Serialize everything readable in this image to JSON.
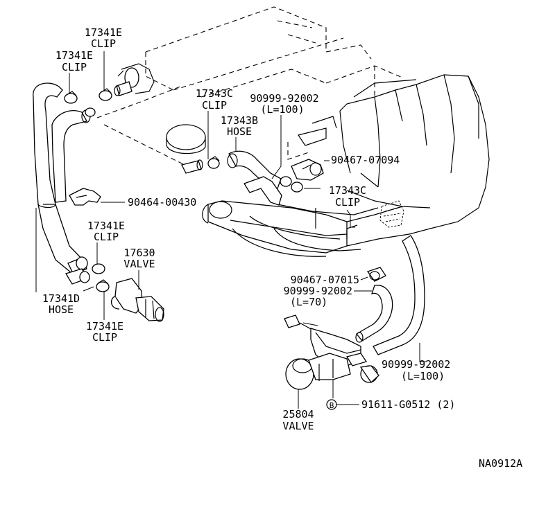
{
  "labels": {
    "clip_17341e_top": {
      "part": "17341E",
      "name": "CLIP"
    },
    "clip_17341e_left": {
      "part": "17341E",
      "name": "CLIP"
    },
    "clip_17343c_top": {
      "part": "17343C",
      "name": "CLIP"
    },
    "hose_17343b": {
      "part": "17343B",
      "name": "HOSE"
    },
    "hose_90999_top": {
      "part": "90999-92002",
      "spec": "(L=100)"
    },
    "part_90467_07094": {
      "part": "90467-07094"
    },
    "clip_17343c_right": {
      "part": "17343C",
      "name": "CLIP"
    },
    "part_90464_00430": {
      "part": "90464-00430"
    },
    "clip_17341e_mid": {
      "part": "17341E",
      "name": "CLIP"
    },
    "valve_17630": {
      "part": "17630",
      "name": "VALVE"
    },
    "hose_17341d": {
      "part": "17341D",
      "name": "HOSE"
    },
    "clip_17341e_bottom": {
      "part": "17341E",
      "name": "CLIP"
    },
    "part_90467_07015": {
      "part": "90467-07015"
    },
    "hose_90999_mid": {
      "part": "90999-92002",
      "spec": "(L=70)"
    },
    "hose_90999_bottom": {
      "part": "90999-92002",
      "spec": "(L=100)"
    },
    "bolt_91611": {
      "marker": "B",
      "part": "91611-G0512 (2)"
    },
    "valve_25804": {
      "part": "25804",
      "name": "VALVE"
    }
  },
  "figure_code": "NA0912A"
}
